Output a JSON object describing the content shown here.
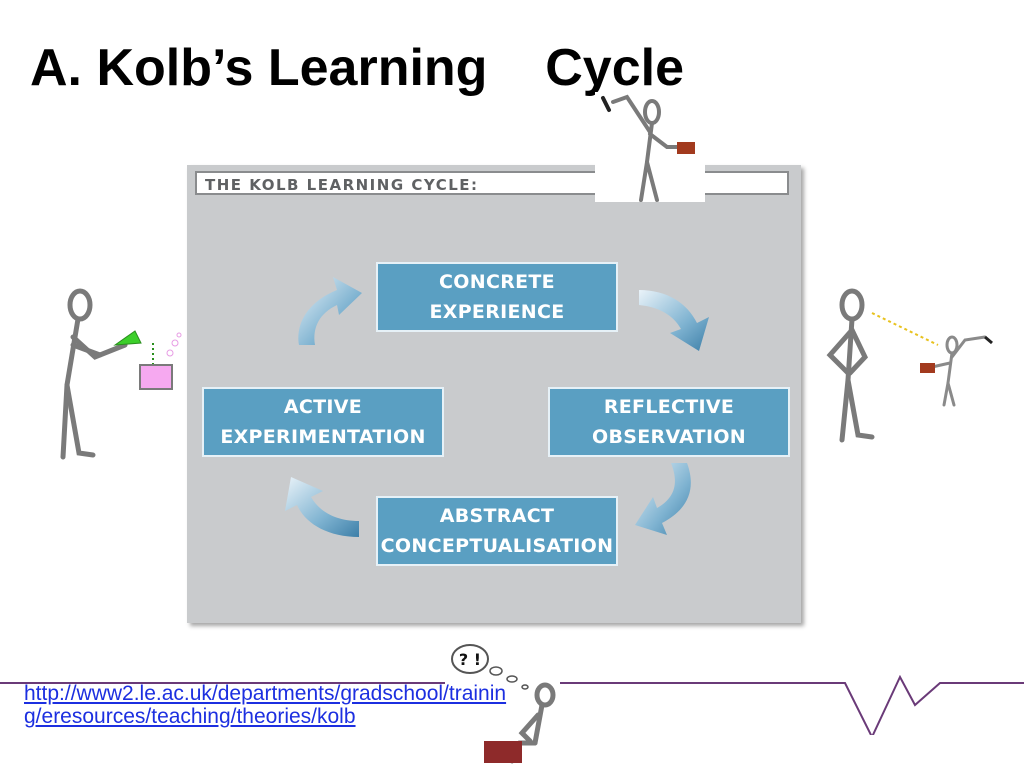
{
  "slide": {
    "title": "A. Kolb’s Learning    Cycle"
  },
  "diagram": {
    "header": "THE KOLB LEARNING CYCLE:",
    "stages": {
      "concrete": "CONCRETE\nEXPERIENCE",
      "reflective": "REFLECTIVE\nOBSERVATION",
      "abstract": "ABSTRACT\nCONCEPTUALISATION",
      "active": "ACTIVE\nEXPERIMENTATION"
    },
    "colors": {
      "box": "#5a9fc2",
      "panel": "#c9cbcd",
      "arrow": "#4a8db5"
    }
  },
  "thought_bubble": {
    "text": "? !"
  },
  "link": {
    "url": "http://www2.le.ac.uk/departments/gradschool/training/eresources/teaching/theories/kolb"
  },
  "brand": {
    "accent": "#6a3a78"
  }
}
